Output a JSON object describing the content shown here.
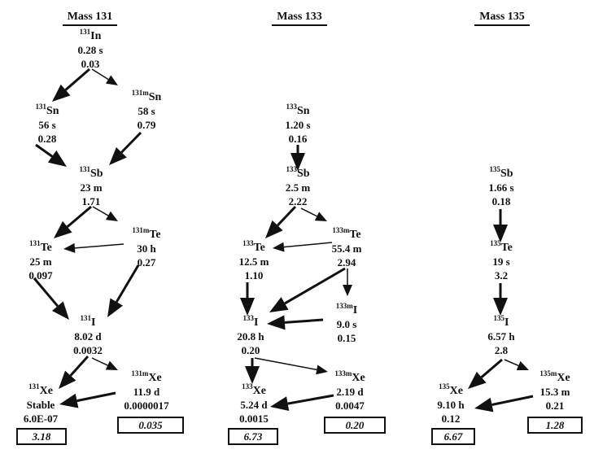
{
  "columns": [
    {
      "title": "Mass 131",
      "nodes": [
        {
          "id": "In131",
          "mass": "131",
          "el": "In",
          "half_life": "0.28 s",
          "value": "0.03"
        },
        {
          "id": "Sn131",
          "mass": "131",
          "el": "Sn",
          "half_life": "56 s",
          "value": "0.28"
        },
        {
          "id": "Sn131m",
          "mass": "131m",
          "el": "Sn",
          "half_life": "58 s",
          "value": "0.79"
        },
        {
          "id": "Sb131",
          "mass": "131",
          "el": "Sb",
          "half_life": "23 m",
          "value": "1.71"
        },
        {
          "id": "Te131",
          "mass": "131",
          "el": "Te",
          "half_life": "25 m",
          "value": "0.097"
        },
        {
          "id": "Te131m",
          "mass": "131m",
          "el": "Te",
          "half_life": "30 h",
          "value": "0.27"
        },
        {
          "id": "I131",
          "mass": "131",
          "el": "I",
          "half_life": "8.02 d",
          "value": "0.0032"
        },
        {
          "id": "Xe131",
          "mass": "131",
          "el": "Xe",
          "half_life": "Stable",
          "value": "6.0E-07"
        },
        {
          "id": "Xe131m",
          "mass": "131m",
          "el": "Xe",
          "half_life": "11.9 d",
          "value": "0.0000017"
        }
      ],
      "boxes": [
        {
          "id": "Xe131",
          "value": "3.18"
        },
        {
          "id": "Xe131m",
          "value": "0.035"
        }
      ]
    },
    {
      "title": "Mass 133",
      "nodes": [
        {
          "id": "Sn133",
          "mass": "133",
          "el": "Sn",
          "half_life": "1.20 s",
          "value": "0.16"
        },
        {
          "id": "Sb133",
          "mass": "133",
          "el": "Sb",
          "half_life": "2.5 m",
          "value": "2.22"
        },
        {
          "id": "Te133",
          "mass": "133",
          "el": "Te",
          "half_life": "12.5 m",
          "value": "1.10"
        },
        {
          "id": "Te133m",
          "mass": "133m",
          "el": "Te",
          "half_life": "55.4 m",
          "value": "2.94"
        },
        {
          "id": "I133",
          "mass": "133",
          "el": "I",
          "half_life": "20.8 h",
          "value": "0.20"
        },
        {
          "id": "I133m",
          "mass": "133m",
          "el": "I",
          "half_life": "9.0 s",
          "value": "0.15"
        },
        {
          "id": "Xe133",
          "mass": "133",
          "el": "Xe",
          "half_life": "5.24 d",
          "value": "0.0015"
        },
        {
          "id": "Xe133m",
          "mass": "133m",
          "el": "Xe",
          "half_life": "2.19 d",
          "value": "0.0047"
        }
      ],
      "boxes": [
        {
          "id": "Xe133",
          "value": "6.73"
        },
        {
          "id": "Xe133m",
          "value": "0.20"
        }
      ]
    },
    {
      "title": "Mass 135",
      "nodes": [
        {
          "id": "Sb135",
          "mass": "135",
          "el": "Sb",
          "half_life": "1.66 s",
          "value": "0.18"
        },
        {
          "id": "Te135",
          "mass": "135",
          "el": "Te",
          "half_life": "19 s",
          "value": "3.2"
        },
        {
          "id": "I135",
          "mass": "135",
          "el": "I",
          "half_life": "6.57 h",
          "value": "2.8"
        },
        {
          "id": "Xe135",
          "mass": "135",
          "el": "Xe",
          "half_life": "9.10 h",
          "value": "0.12"
        },
        {
          "id": "Xe135m",
          "mass": "135m",
          "el": "Xe",
          "half_life": "15.3 m",
          "value": "0.21"
        }
      ],
      "boxes": [
        {
          "id": "Xe135",
          "value": "6.67"
        },
        {
          "id": "Xe135m",
          "value": "1.28"
        }
      ]
    }
  ],
  "edges": [
    {
      "from": "In131",
      "to": "Sn131",
      "weight": "heavy"
    },
    {
      "from": "In131",
      "to": "Sn131m",
      "weight": "light"
    },
    {
      "from": "Sn131",
      "to": "Sb131",
      "weight": "heavy"
    },
    {
      "from": "Sn131m",
      "to": "Sb131",
      "weight": "heavy"
    },
    {
      "from": "Sb131",
      "to": "Te131",
      "weight": "heavy"
    },
    {
      "from": "Sb131",
      "to": "Te131m",
      "weight": "light"
    },
    {
      "from": "Te131m",
      "to": "Te131",
      "weight": "light"
    },
    {
      "from": "Te131",
      "to": "I131",
      "weight": "heavy"
    },
    {
      "from": "Te131m",
      "to": "I131",
      "weight": "heavy"
    },
    {
      "from": "I131",
      "to": "Xe131",
      "weight": "heavy"
    },
    {
      "from": "I131",
      "to": "Xe131m",
      "weight": "light"
    },
    {
      "from": "Xe131m",
      "to": "Xe131",
      "weight": "heavy"
    },
    {
      "from": "Sn133",
      "to": "Sb133",
      "weight": "heavy"
    },
    {
      "from": "Sb133",
      "to": "Te133",
      "weight": "heavy"
    },
    {
      "from": "Sb133",
      "to": "Te133m",
      "weight": "light"
    },
    {
      "from": "Te133m",
      "to": "Te133",
      "weight": "light"
    },
    {
      "from": "Te133",
      "to": "I133",
      "weight": "heavy"
    },
    {
      "from": "Te133m",
      "to": "I133",
      "weight": "heavy"
    },
    {
      "from": "Te133m",
      "to": "I133m",
      "weight": "light"
    },
    {
      "from": "I133m",
      "to": "I133",
      "weight": "heavy"
    },
    {
      "from": "I133",
      "to": "Xe133",
      "weight": "heavy"
    },
    {
      "from": "I133",
      "to": "Xe133m",
      "weight": "light"
    },
    {
      "from": "Xe133m",
      "to": "Xe133",
      "weight": "heavy"
    },
    {
      "from": "Sb135",
      "to": "Te135",
      "weight": "heavy"
    },
    {
      "from": "Te135",
      "to": "I135",
      "weight": "heavy"
    },
    {
      "from": "I135",
      "to": "Xe135",
      "weight": "heavy"
    },
    {
      "from": "I135",
      "to": "Xe135m",
      "weight": "light"
    },
    {
      "from": "Xe135m",
      "to": "Xe135",
      "weight": "heavy"
    }
  ]
}
